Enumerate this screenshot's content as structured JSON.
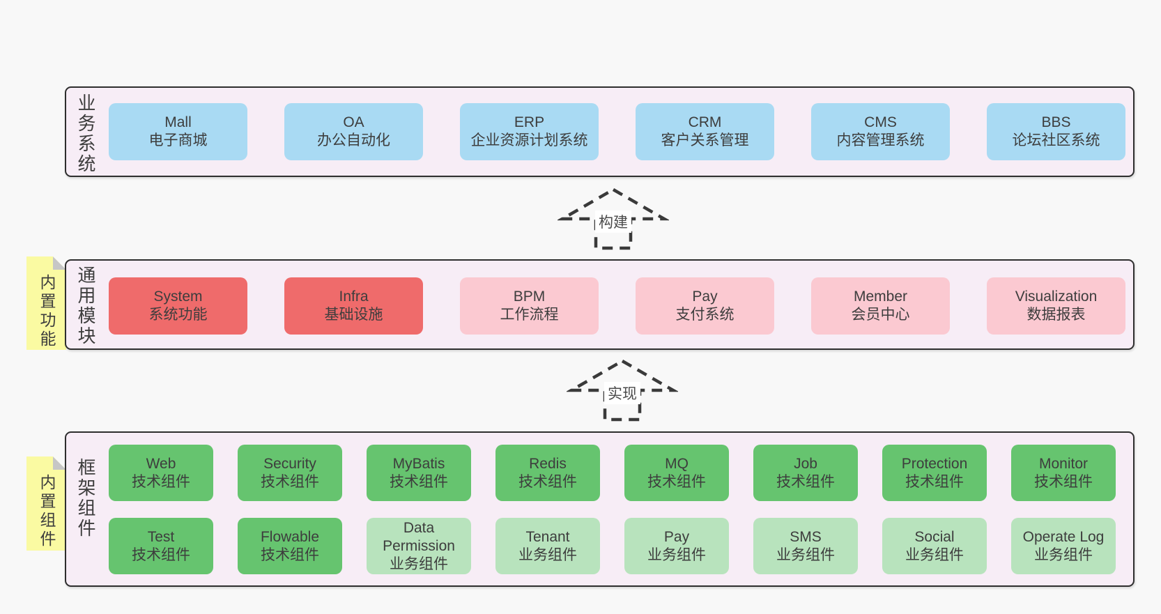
{
  "colors": {
    "page_bg": "#f8f8f8",
    "panel_bg": "#f7edf6",
    "panel_border": "#2e2e2e",
    "box_blue": "#a9daf3",
    "box_red": "#ef6b6b",
    "box_pink": "#fbc9d1",
    "box_green": "#66c46f",
    "box_light_green": "#b8e3bd",
    "note_yellow": "#fafaa2",
    "note_fold_gray": "#c6c6c6",
    "text": "#3d3d3d"
  },
  "arrows": {
    "build": "构建",
    "implement": "实现"
  },
  "layers": {
    "business": {
      "label": "业务系统",
      "boxes": [
        {
          "title": "Mall",
          "subtitle": "电子商城",
          "variant": "blue"
        },
        {
          "title": "OA",
          "subtitle": "办公自动化",
          "variant": "blue"
        },
        {
          "title": "ERP",
          "subtitle": "企业资源计划系统",
          "variant": "blue"
        },
        {
          "title": "CRM",
          "subtitle": "客户关系管理",
          "variant": "blue"
        },
        {
          "title": "CMS",
          "subtitle": "内容管理系统",
          "variant": "blue"
        },
        {
          "title": "BBS",
          "subtitle": "论坛社区系统",
          "variant": "blue"
        }
      ]
    },
    "modules": {
      "label": "通用模块",
      "note": "内置功能",
      "boxes": [
        {
          "title": "System",
          "subtitle": "系统功能",
          "variant": "red"
        },
        {
          "title": "Infra",
          "subtitle": "基础设施",
          "variant": "red"
        },
        {
          "title": "BPM",
          "subtitle": "工作流程",
          "variant": "pink"
        },
        {
          "title": "Pay",
          "subtitle": "支付系统",
          "variant": "pink"
        },
        {
          "title": "Member",
          "subtitle": "会员中心",
          "variant": "pink"
        },
        {
          "title": "Visualization",
          "subtitle": "数据报表",
          "variant": "pink"
        }
      ]
    },
    "components": {
      "label": "框架组件",
      "note": "内置组件",
      "row1": [
        {
          "title": "Web",
          "subtitle": "技术组件",
          "variant": "green"
        },
        {
          "title": "Security",
          "subtitle": "技术组件",
          "variant": "green"
        },
        {
          "title": "MyBatis",
          "subtitle": "技术组件",
          "variant": "green"
        },
        {
          "title": "Redis",
          "subtitle": "技术组件",
          "variant": "green"
        },
        {
          "title": "MQ",
          "subtitle": "技术组件",
          "variant": "green"
        },
        {
          "title": "Job",
          "subtitle": "技术组件",
          "variant": "green"
        },
        {
          "title": "Protection",
          "subtitle": "技术组件",
          "variant": "green"
        },
        {
          "title": "Monitor",
          "subtitle": "技术组件",
          "variant": "green"
        }
      ],
      "row2": [
        {
          "title": "Test",
          "subtitle": "技术组件",
          "variant": "green"
        },
        {
          "title": "Flowable",
          "subtitle": "技术组件",
          "variant": "green"
        },
        {
          "title": "Data Permission",
          "subtitle": "业务组件",
          "variant": "lgreen"
        },
        {
          "title": "Tenant",
          "subtitle": "业务组件",
          "variant": "lgreen"
        },
        {
          "title": "Pay",
          "subtitle": "业务组件",
          "variant": "lgreen"
        },
        {
          "title": "SMS",
          "subtitle": "业务组件",
          "variant": "lgreen"
        },
        {
          "title": "Social",
          "subtitle": "业务组件",
          "variant": "lgreen"
        },
        {
          "title": "Operate Log",
          "subtitle": "业务组件",
          "variant": "lgreen"
        }
      ]
    }
  }
}
